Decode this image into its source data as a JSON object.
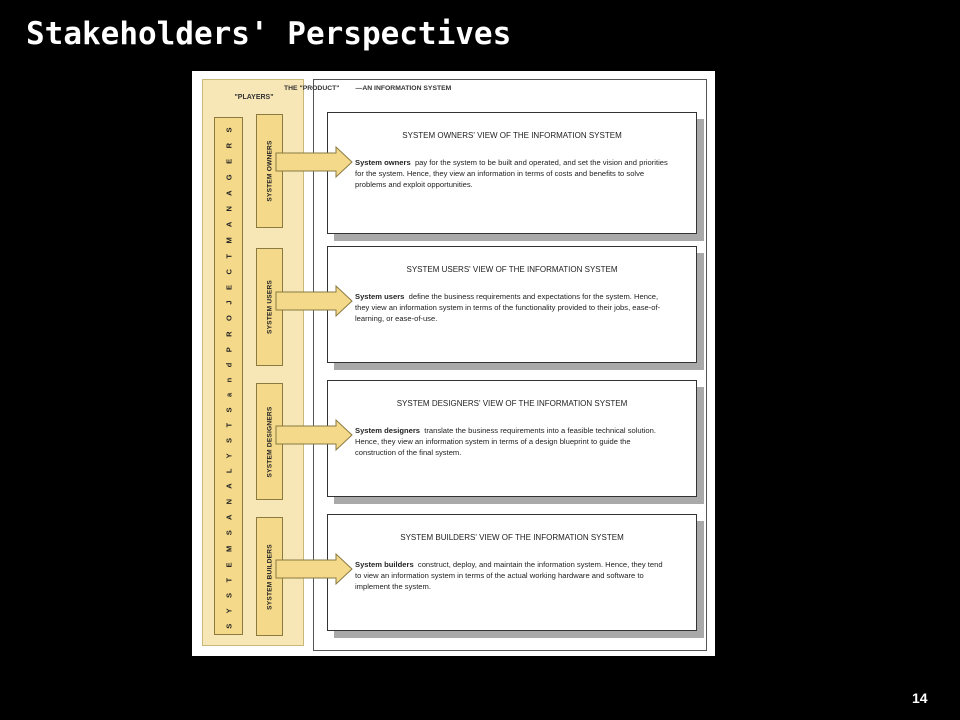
{
  "slide": {
    "title": "Stakeholders' Perspectives",
    "page_number": "14"
  },
  "figure": {
    "players_label": "\"PLAYERS\"",
    "analysts_label": "S Y S T E M S   A N A L Y S T S   a n d   P R O J E C T   M A N A G E R S",
    "product_label": "THE \"PRODUCT\"",
    "product_subtitle": "—AN INFORMATION SYSTEM",
    "colors": {
      "panel": "#f7e7b7",
      "bar": "#f4d98a",
      "arrow": "#f4d98a",
      "arrow_stroke": "#8a7a40",
      "box_shadow": "#a9a9a9"
    },
    "roles": [
      {
        "label": "SYSTEM OWNERS",
        "view_title": "SYSTEM OWNERS' VIEW OF THE INFORMATION SYSTEM",
        "lead": "System owners",
        "desc": "pay for the system to be built and operated, and set the vision and priorities for the system. Hence, they view an information in terms of costs and benefits to solve problems and exploit opportunities."
      },
      {
        "label": "SYSTEM USERS",
        "view_title": "SYSTEM USERS' VIEW OF THE INFORMATION SYSTEM",
        "lead": "System users",
        "desc": "define the business requirements and expectations for the system. Hence, they view an information system in terms of the functionality provided to their jobs, ease-of-learning, or ease-of-use."
      },
      {
        "label": "SYSTEM DESIGNERS",
        "view_title": "SYSTEM DESIGNERS' VIEW OF THE INFORMATION SYSTEM",
        "lead": "System designers",
        "desc": "translate the business requirements into a feasible technical solution. Hence, they view an information system in terms of a design blueprint to guide the construction of the final system."
      },
      {
        "label": "SYSTEM BUILDERS",
        "view_title": "SYSTEM BUILDERS' VIEW OF THE INFORMATION SYSTEM",
        "lead": "System builders",
        "desc": "construct, deploy, and maintain the information system. Hence, they tend to view an information system in terms of the actual working hardware and software to implement the system."
      }
    ]
  }
}
